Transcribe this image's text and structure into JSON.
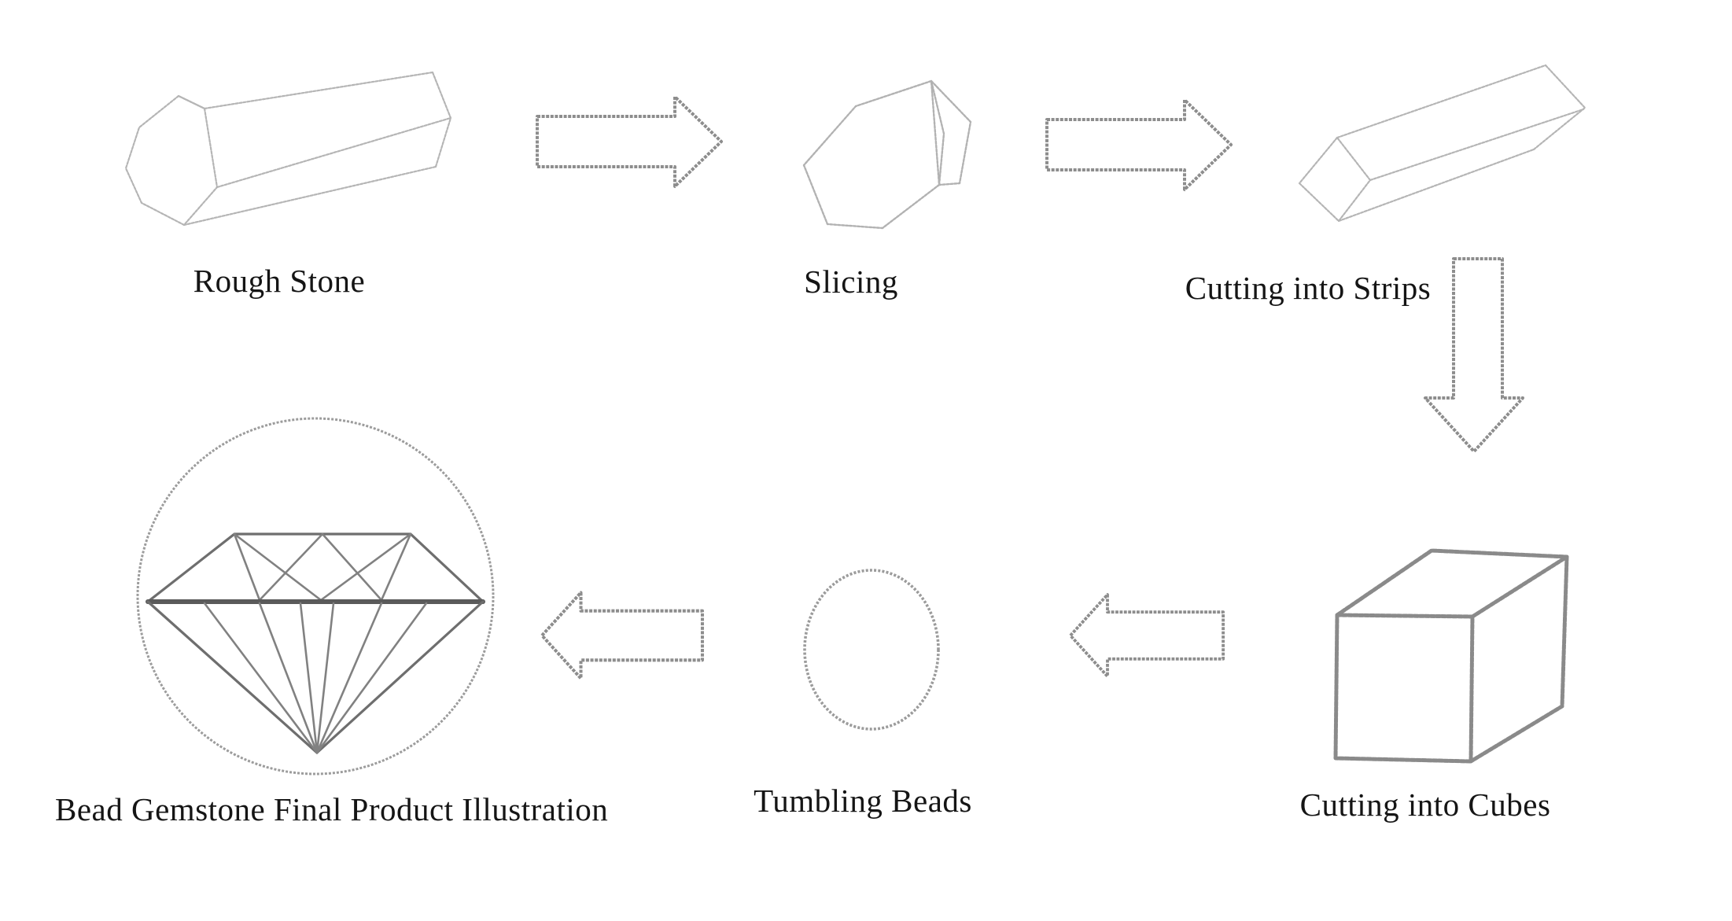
{
  "colors": {
    "background": "#ffffff",
    "text": "#151515",
    "stone_outline": "#b5b5b5",
    "arrow_outline": "#8d8d8d",
    "cube_outline": "#8a8a8a",
    "bead_outline": "#9b9b9b",
    "gem_line": "#818181",
    "gem_girdle": "#5a5a5a"
  },
  "flow": {
    "steps": [
      {
        "id": "rough-stone",
        "label": "Rough Stone",
        "illustration": "hexagonal-prism-line-drawing"
      },
      {
        "id": "slicing",
        "label": "Slicing",
        "illustration": "hexagonal-slice-line-drawing"
      },
      {
        "id": "cutting-into-strips",
        "label": "Cutting into Strips",
        "illustration": "long-strip-line-drawing"
      },
      {
        "id": "cutting-into-cubes",
        "label": "Cutting into Cubes",
        "illustration": "cube-line-drawing"
      },
      {
        "id": "tumbling-beads",
        "label": "Tumbling Beads",
        "illustration": "round-bead-line-drawing"
      },
      {
        "id": "final-product",
        "label": "Bead Gemstone Final Product Illustration",
        "illustration": "faceted-gem-in-circle-line-drawing"
      }
    ],
    "connectors": [
      {
        "from": "rough-stone",
        "to": "slicing",
        "direction": "right"
      },
      {
        "from": "slicing",
        "to": "cutting-into-strips",
        "direction": "right"
      },
      {
        "from": "cutting-into-strips",
        "to": "cutting-into-cubes",
        "direction": "down"
      },
      {
        "from": "cutting-into-cubes",
        "to": "tumbling-beads",
        "direction": "left"
      },
      {
        "from": "tumbling-beads",
        "to": "final-product",
        "direction": "left"
      }
    ]
  }
}
